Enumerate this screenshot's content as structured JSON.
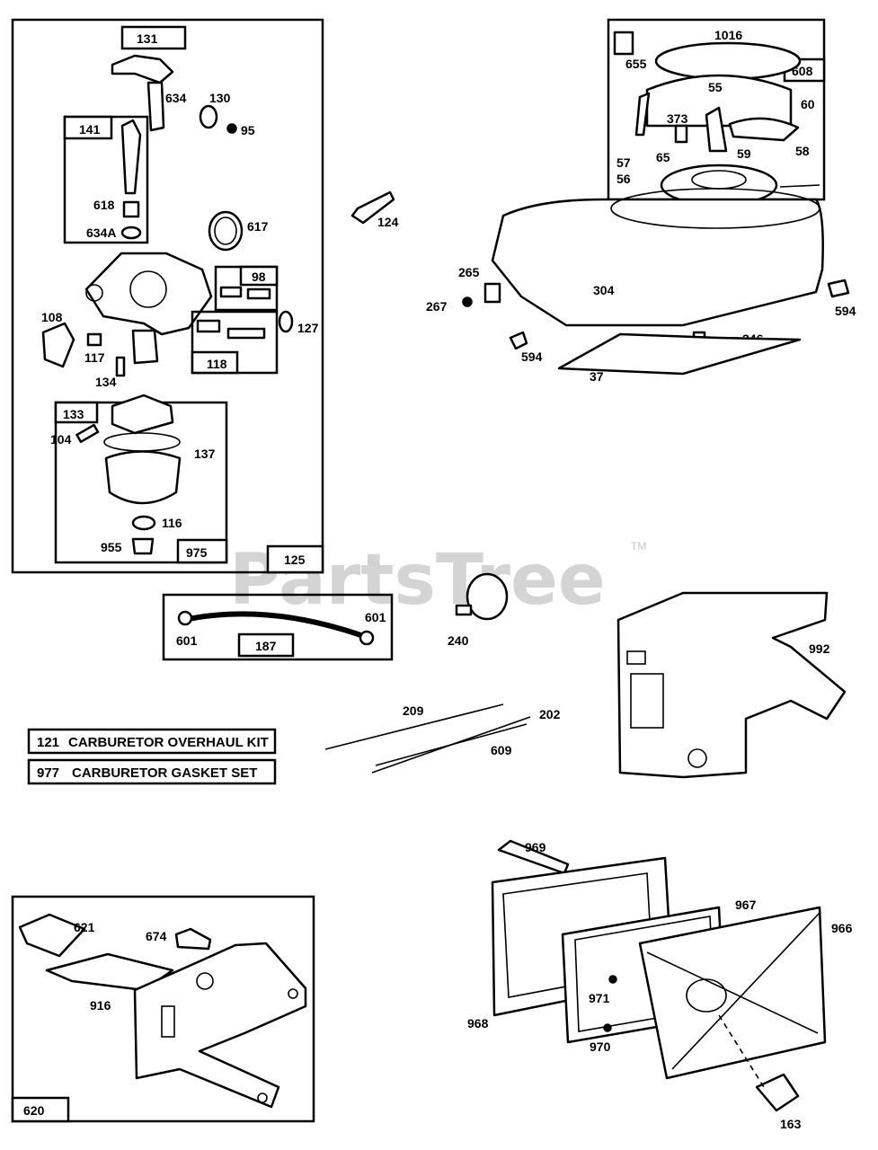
{
  "watermark": {
    "text": "PartsTree",
    "trademark": "TM"
  },
  "kits": [
    {
      "number": "121",
      "label": "CARBURETOR OVERHAUL KIT"
    },
    {
      "number": "977",
      "label": "CARBURETOR GASKET SET"
    }
  ],
  "callouts": {
    "c131": "131",
    "c634": "634",
    "c130": "130",
    "c95": "95",
    "c141": "141",
    "c618": "618",
    "c634a": "634A",
    "c617": "617",
    "c98": "98",
    "c108": "108",
    "c127": "127",
    "c117": "117",
    "c118": "118",
    "c134": "134",
    "c133": "133",
    "c104": "104",
    "c137": "137",
    "c116": "116",
    "c955": "955",
    "c975": "975",
    "c125": "125",
    "c124": "124",
    "c1016": "1016",
    "c655": "655",
    "c608": "608",
    "c55": "55",
    "c60": "60",
    "c373": "373",
    "c65": "65",
    "c59": "59",
    "c58": "58",
    "c57": "57",
    "c56": "56",
    "c265": "265",
    "c267": "267",
    "c304": "304",
    "c594a": "594",
    "c594b": "594",
    "c346": "346",
    "c37": "37",
    "c601a": "601",
    "c601b": "601",
    "c187": "187",
    "c240": "240",
    "c992": "992",
    "c209": "209",
    "c202": "202",
    "c609": "609",
    "c969": "969",
    "c967": "967",
    "c966": "966",
    "c971": "971",
    "c968": "968",
    "c970": "970",
    "c163": "163",
    "c621": "621",
    "c674": "674",
    "c916": "916",
    "c620": "620"
  }
}
